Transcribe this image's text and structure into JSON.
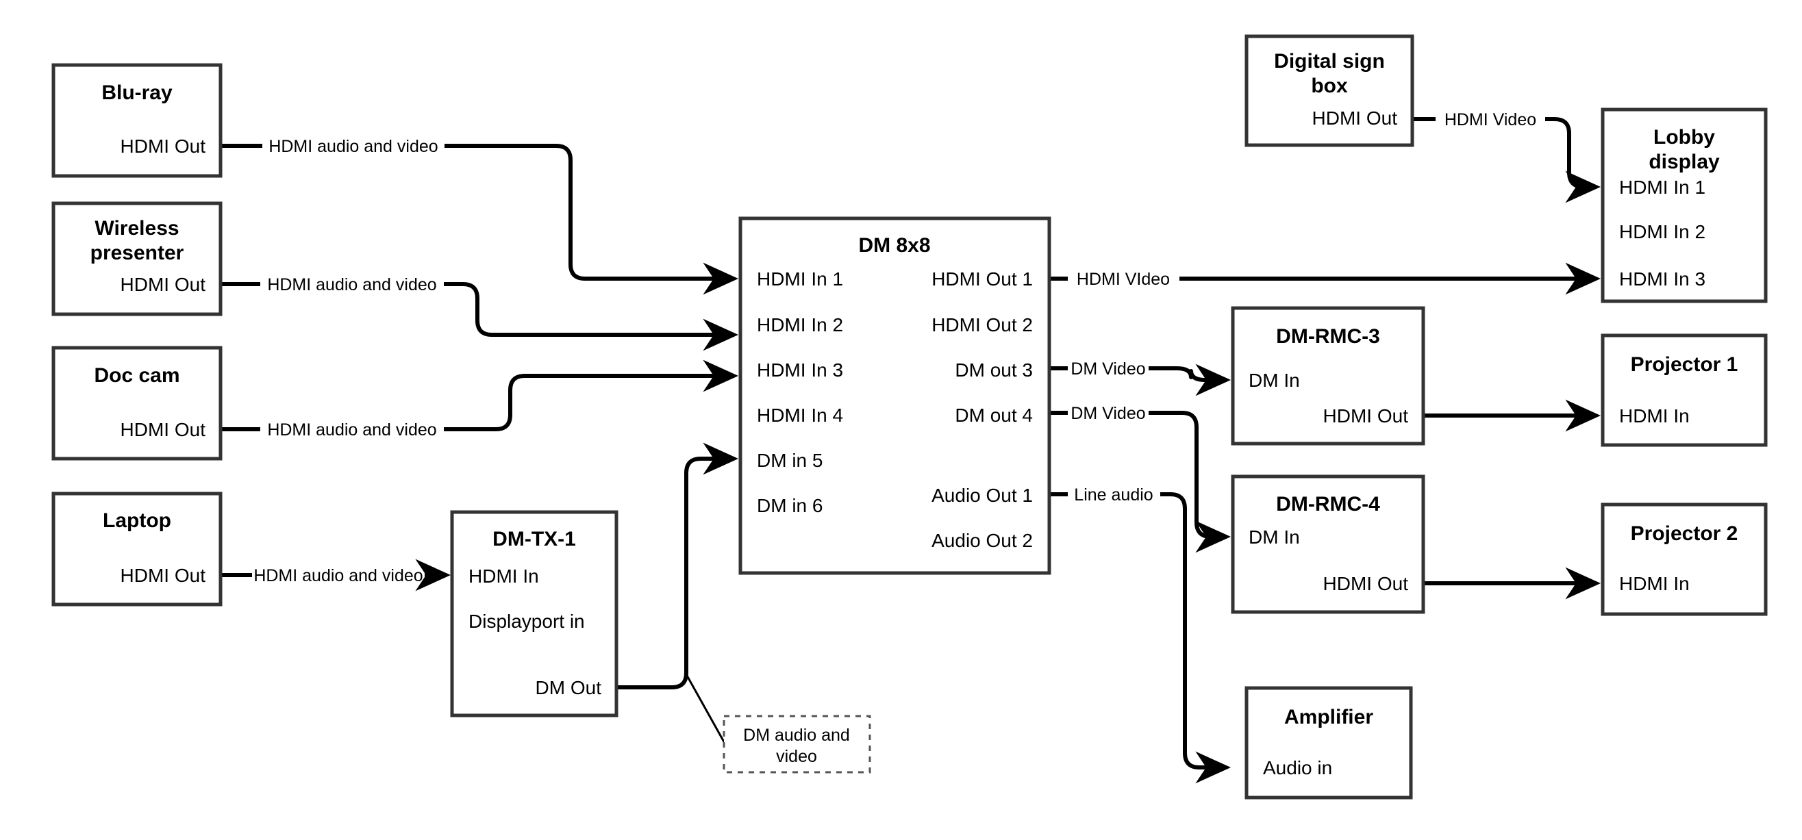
{
  "diagram": {
    "title": "AV signal flow diagram",
    "stroke_color": "#333333",
    "wire_color": "#000000",
    "background": "#ffffff"
  },
  "nodes": {
    "bluray": {
      "title": "Blu-ray",
      "ports": [
        "HDMI Out"
      ]
    },
    "wireless": {
      "title": "Wireless presenter",
      "title_l1": "Wireless",
      "title_l2": "presenter",
      "ports": [
        "HDMI Out"
      ]
    },
    "doccam": {
      "title": "Doc cam",
      "ports": [
        "HDMI Out"
      ]
    },
    "laptop": {
      "title": "Laptop",
      "ports": [
        "HDMI Out"
      ]
    },
    "dmtx1": {
      "title": "DM-TX-1",
      "ports": [
        "HDMI In",
        "Displayport in",
        "DM Out"
      ]
    },
    "dm8x8": {
      "title": "DM 8x8",
      "inputs": [
        "HDMI In 1",
        "HDMI In 2",
        "HDMI In 3",
        "HDMI In 4",
        "DM in 5",
        "DM in 6"
      ],
      "outputs": [
        "HDMI Out 1",
        "HDMI Out 2",
        "DM out 3",
        "DM out 4",
        "Audio Out 1",
        "Audio Out 2"
      ]
    },
    "signbox": {
      "title": "Digital sign box",
      "title_l1": "Digital sign",
      "title_l2": "box",
      "ports": [
        "HDMI Out"
      ]
    },
    "lobby": {
      "title": "Lobby display",
      "title_l1": "Lobby",
      "title_l2": "display",
      "ports": [
        "HDMI In 1",
        "HDMI In 2",
        "HDMI In 3"
      ]
    },
    "rmc3": {
      "title": "DM-RMC-3",
      "ports": [
        "DM In",
        "HDMI Out"
      ]
    },
    "rmc4": {
      "title": "DM-RMC-4",
      "ports": [
        "DM In",
        "HDMI Out"
      ]
    },
    "proj1": {
      "title": "Projector 1",
      "ports": [
        "HDMI In"
      ]
    },
    "proj2": {
      "title": "Projector 2",
      "ports": [
        "HDMI In"
      ]
    },
    "amp": {
      "title": "Amplifier",
      "ports": [
        "Audio in"
      ]
    }
  },
  "edge_labels": {
    "bluray_to_in1": "HDMI audio and video",
    "wireless_to_in2": "HDMI audio and video",
    "doccam_to_in3": "HDMI audio and video",
    "laptop_to_tx1": "HDMI audio and video",
    "signbox_to_lobby": "HDMI Video",
    "hdmiout1_to_lobby3": "HDMI VIdeo",
    "dmout3_to_rmc3": "DM Video",
    "dmout4_to_rmc4": "DM Video",
    "audioout1_to_amp": "Line audio"
  },
  "callout": {
    "text_l1": "DM audio and",
    "text_l2": "video",
    "text": "DM audio and video"
  }
}
